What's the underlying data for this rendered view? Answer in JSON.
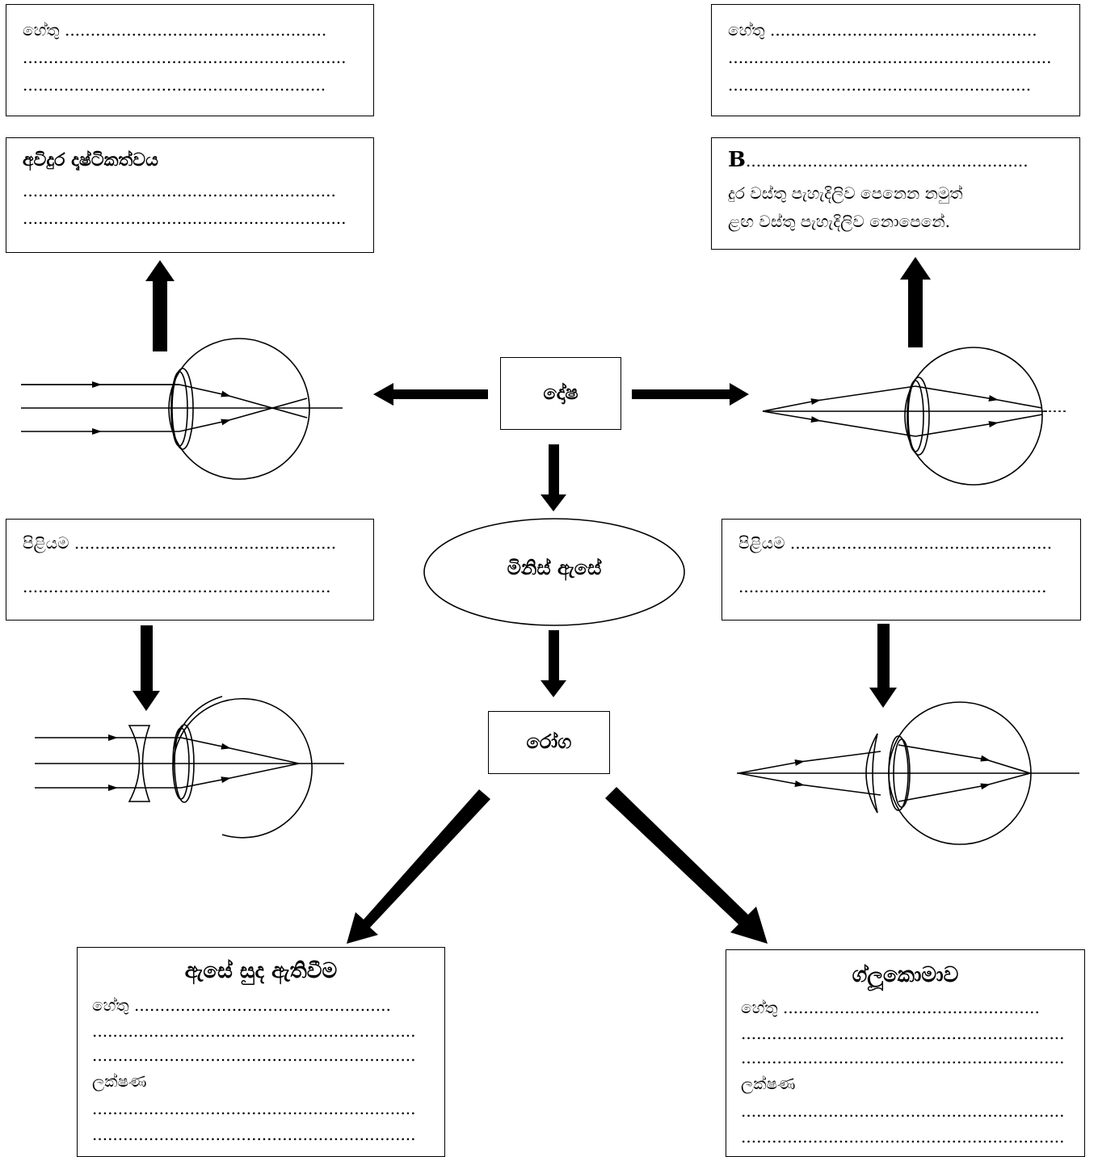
{
  "top_left_box": {
    "prefix": "හේතු",
    "line1": "...................................................",
    "line2": "...............................................................",
    "line3": "..........................................................."
  },
  "top_right_box": {
    "prefix": "හේතු",
    "line1": "....................................................",
    "line2": "...............................................................",
    "line3": "..........................................................."
  },
  "myopia_box": {
    "title": "අවිදුර දෘෂ්ටිකත්වය",
    "line1": ".............................................................",
    "line2": "..............................................................."
  },
  "hyperopia_box": {
    "letter": "B",
    "dots": ".......................................................",
    "desc1": "දුර වස්තු පැහැදිලිව පෙනෙන නමුත්",
    "desc2": "ළඟ වස්තු පැහැදිලිව නොපෙනේ."
  },
  "center": {
    "defects": "දෝෂ",
    "human_eye": "මිනිස් ඇසේ",
    "diseases": "රෝග"
  },
  "left_remedy_box": {
    "prefix": "පිළියම",
    "line1": "...................................................",
    "line2": "............................................................"
  },
  "right_remedy_box": {
    "prefix": "පිළියම",
    "line1": "...................................................",
    "line2": "............................................................"
  },
  "cataract_box": {
    "title": "ඇසේ සුද ඇතිවීම",
    "cause_prefix": "හේතු",
    "line1": "..................................................",
    "line2": "...............................................................",
    "line3": "...............................................................",
    "symptoms": "ලක්ෂණ",
    "line4": "...............................................................",
    "line5": "..............................................................."
  },
  "glaucoma_box": {
    "title": "ග්ලූකොමාව",
    "cause_prefix": "හේතු",
    "line1": "..................................................",
    "line2": "...............................................................",
    "line3": "...............................................................",
    "symptoms": "ලක්ෂණ",
    "line4": "...............................................................",
    "line5": "..............................................................."
  }
}
